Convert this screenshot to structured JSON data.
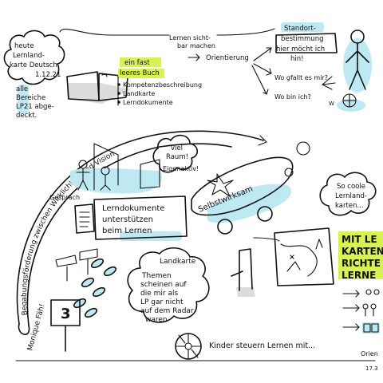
{
  "notes": {
    "intro": [
      "heute",
      "Lernland-",
      "karte Deutsch",
      "1.12.21"
    ],
    "alle": [
      "alle",
      "Bereiche",
      "LP21 abge-",
      "deckt."
    ],
    "lernen_sichtbar": [
      "Lernen sicht-",
      "bar machen"
    ],
    "buch": [
      "ein fast",
      "leeres Buch"
    ],
    "bullets": [
      "Kompetenzbeschreibung",
      "Landkarte",
      "Lerndokumente"
    ],
    "orientierung": "Orientierung",
    "standort": [
      "Standort-",
      "bestimmung"
    ],
    "hier": [
      "hier möcht ich",
      "hin!"
    ],
    "wo_gefallt": "Wo gfallt es mir?",
    "wo_bin": "Wo bin ich?",
    "arc": "Begabungsförderung zwischen Wirklichkeit und Vision",
    "viel_raum": [
      "viel",
      "Raum!",
      "Eigenaktiv!"
    ],
    "gesprach": "Gespräch",
    "lerndokumente_box": [
      "Lerndokumente",
      "unterstützen",
      "beim Lernen"
    ],
    "selbstwirksam": "Selbstwirksam",
    "so_coole": [
      "So coole",
      "Lernland-",
      "karten..."
    ],
    "mit_lernkarten": [
      "MIT LE",
      "KARTEN",
      "RICHTE",
      "LERNE"
    ],
    "landkarte": "Landkarte",
    "themen": [
      "Themen",
      "scheinen auf",
      "die mir als",
      "LP gar nicht",
      "auf dem Radar",
      "waren"
    ],
    "kinder": "Kinder steuern Lernen mit...",
    "signature": "Monique Fäh!",
    "number": "3",
    "orien": "Orien",
    "date": "17.3"
  }
}
